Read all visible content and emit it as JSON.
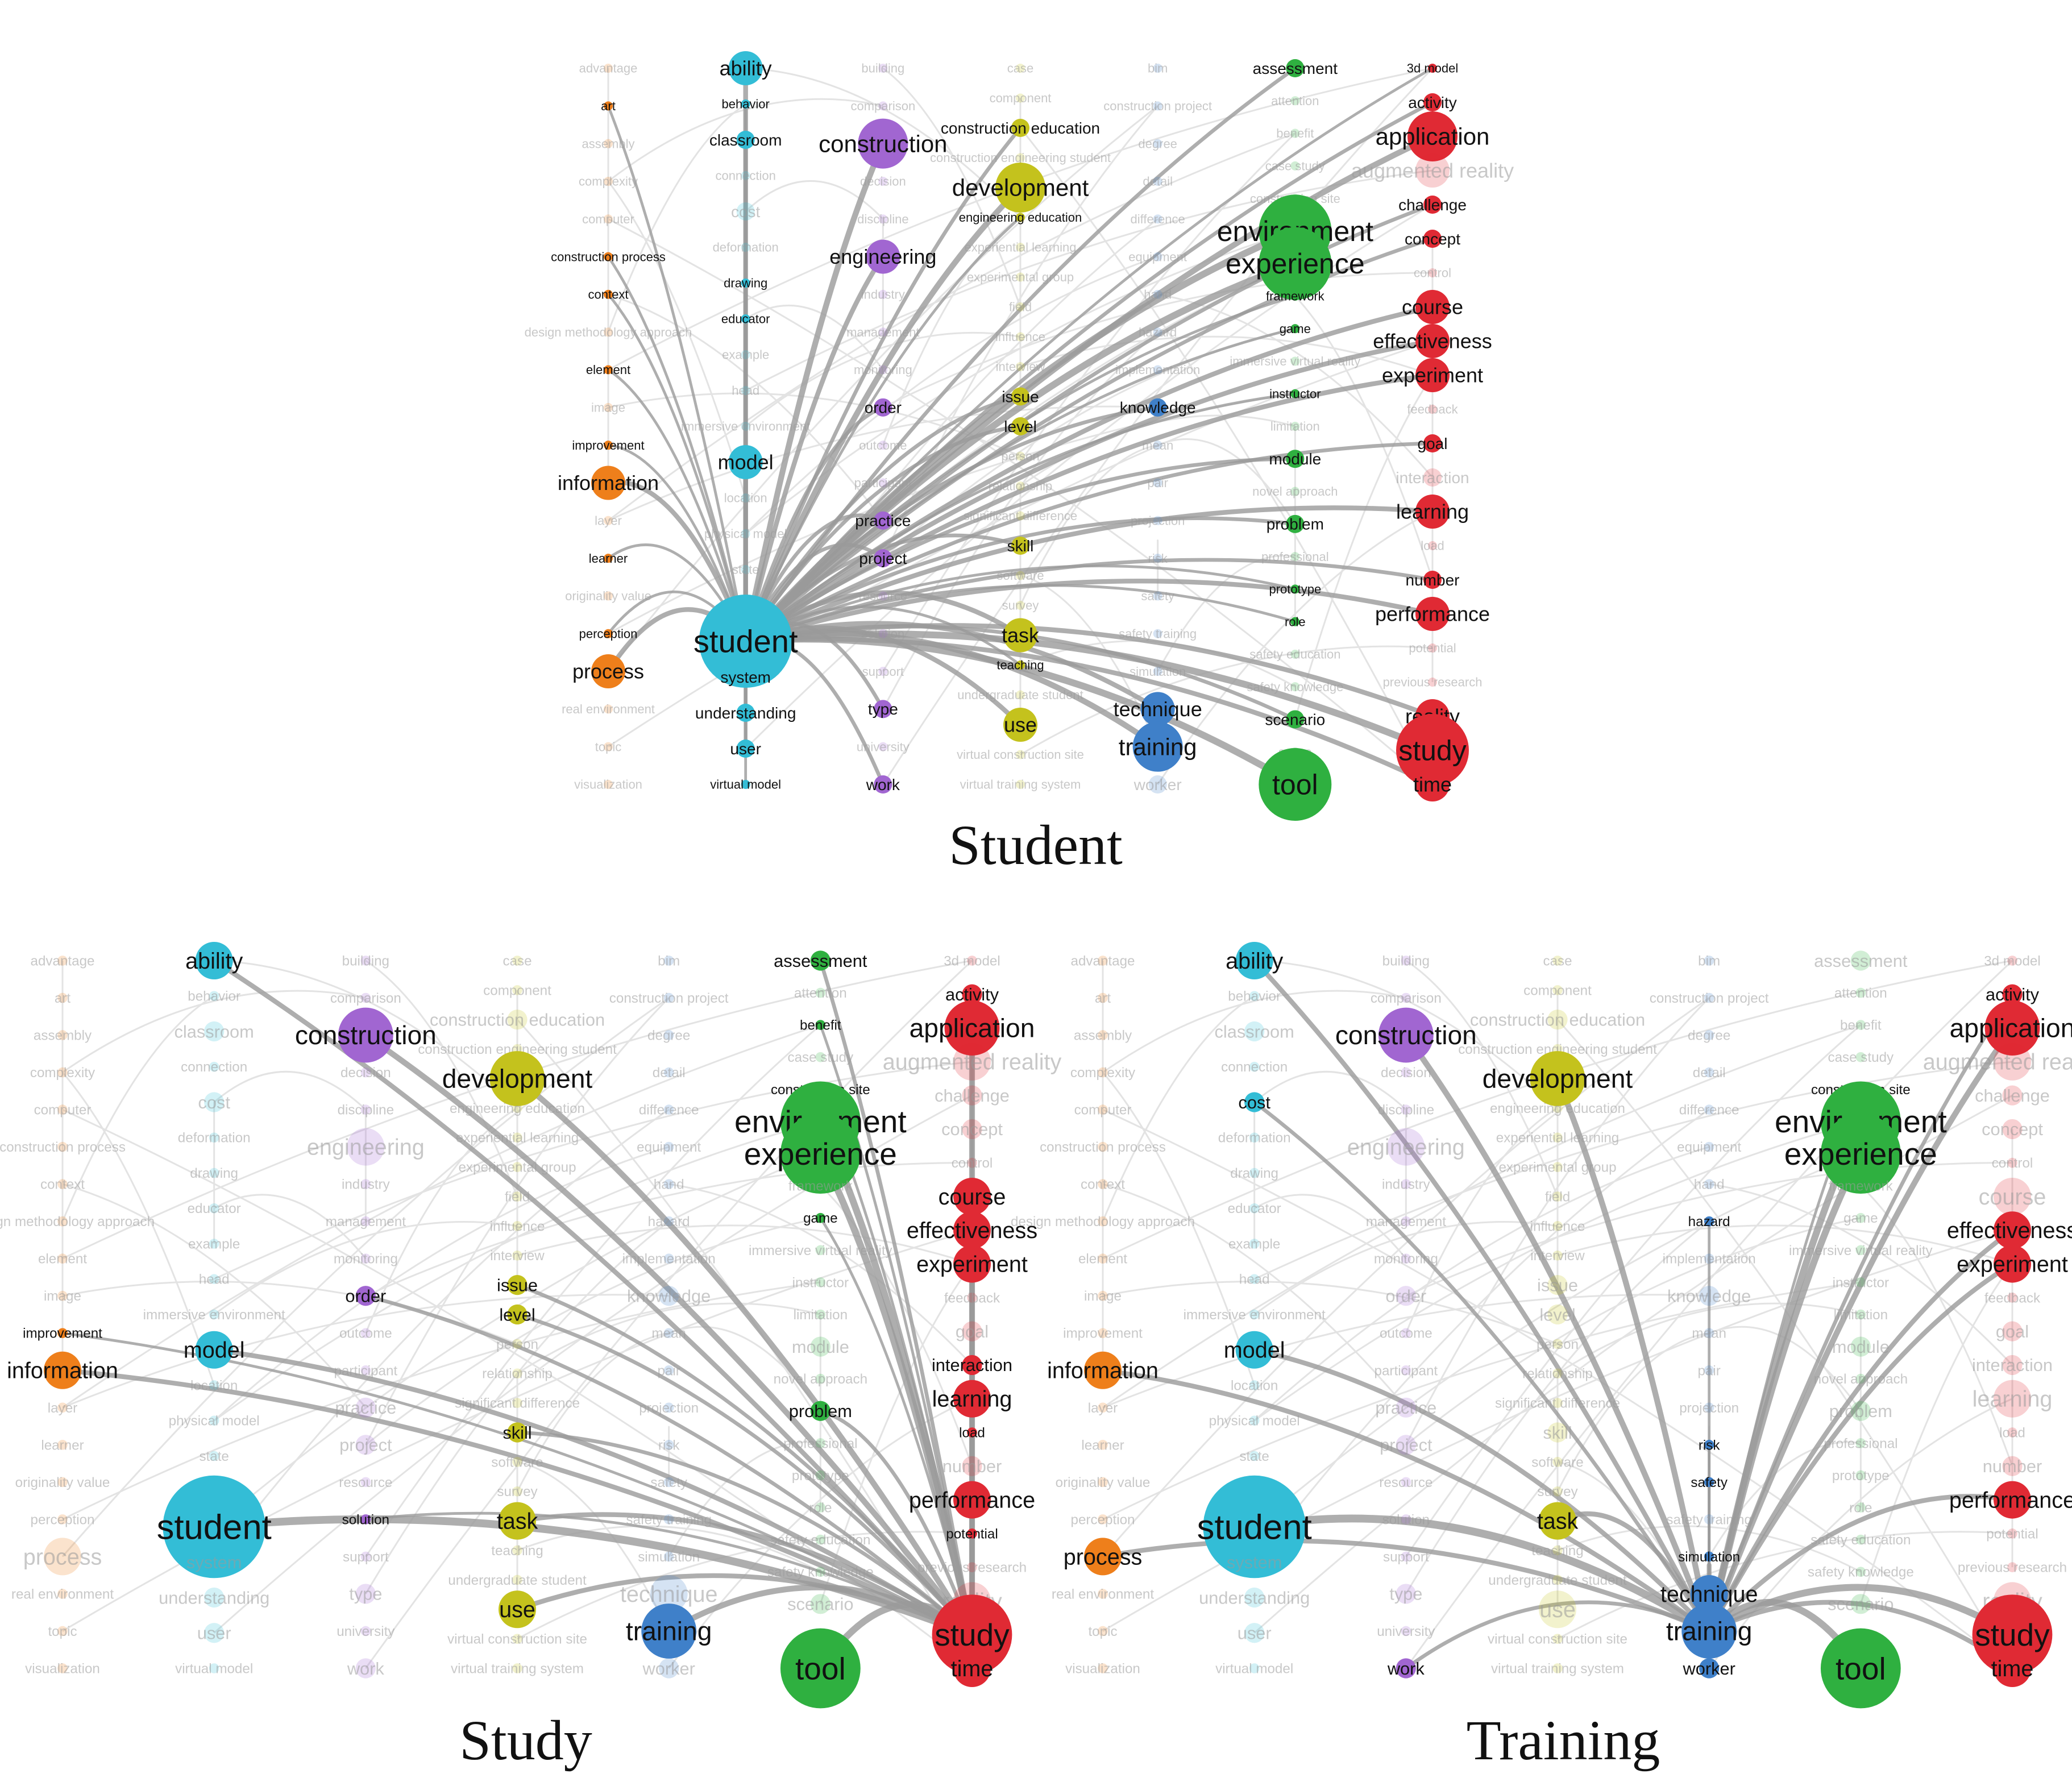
{
  "colors": {
    "orange": "#ee7f1b",
    "cyan": "#33bdd6",
    "purple": "#a166d1",
    "yellow": "#c4c21d",
    "blue": "#3f80c9",
    "green": "#2fb040",
    "red": "#e02a34",
    "edge": "#9a9a9a",
    "faint_edge": "#e3e3e3"
  },
  "columns": [
    {
      "key": "orange",
      "color": "orange",
      "terms": [
        {
          "label": "advantage",
          "w": 1
        },
        {
          "label": "art",
          "w": 1
        },
        {
          "label": "assembly",
          "w": 1
        },
        {
          "label": "complexity",
          "w": 1
        },
        {
          "label": "computer",
          "w": 1
        },
        {
          "label": "construction process",
          "w": 1
        },
        {
          "label": "context",
          "w": 1
        },
        {
          "label": "design methodology approach",
          "w": 1
        },
        {
          "label": "element",
          "w": 1
        },
        {
          "label": "image",
          "w": 1
        },
        {
          "label": "improvement",
          "w": 1
        },
        {
          "label": "information",
          "w": 3
        },
        {
          "label": "layer",
          "w": 1
        },
        {
          "label": "learner",
          "w": 1
        },
        {
          "label": "originality value",
          "w": 1
        },
        {
          "label": "perception",
          "w": 1
        },
        {
          "label": "process",
          "w": 3
        },
        {
          "label": "real environment",
          "w": 1
        },
        {
          "label": "topic",
          "w": 1
        },
        {
          "label": "visualization",
          "w": 1
        }
      ]
    },
    {
      "key": "cyan",
      "color": "cyan",
      "terms": [
        {
          "label": "ability",
          "w": 3
        },
        {
          "label": "behavior",
          "w": 1
        },
        {
          "label": "classroom",
          "w": 2
        },
        {
          "label": "connection",
          "w": 1
        },
        {
          "label": "cost",
          "w": 2
        },
        {
          "label": "deformation",
          "w": 1
        },
        {
          "label": "drawing",
          "w": 1
        },
        {
          "label": "educator",
          "w": 1
        },
        {
          "label": "example",
          "w": 1
        },
        {
          "label": "head",
          "w": 1
        },
        {
          "label": "immersive environment",
          "w": 1
        },
        {
          "label": "model",
          "w": 3
        },
        {
          "label": "location",
          "w": 1
        },
        {
          "label": "physical model",
          "w": 1
        },
        {
          "label": "state",
          "w": 1
        },
        {
          "label": "structure",
          "w": 1
        },
        {
          "label": "student",
          "w": 6
        },
        {
          "label": "system",
          "w": 2
        },
        {
          "label": "understanding",
          "w": 2
        },
        {
          "label": "user",
          "w": 2
        },
        {
          "label": "virtual model",
          "w": 1
        }
      ]
    },
    {
      "key": "purple",
      "color": "purple",
      "terms": [
        {
          "label": "building",
          "w": 1
        },
        {
          "label": "comparison",
          "w": 1
        },
        {
          "label": "construction",
          "w": 4
        },
        {
          "label": "decision",
          "w": 1
        },
        {
          "label": "discipline",
          "w": 1
        },
        {
          "label": "engineering",
          "w": 3
        },
        {
          "label": "industry",
          "w": 1
        },
        {
          "label": "management",
          "w": 1
        },
        {
          "label": "monitoring",
          "w": 1
        },
        {
          "label": "order",
          "w": 2
        },
        {
          "label": "outcome",
          "w": 1
        },
        {
          "label": "participant",
          "w": 1
        },
        {
          "label": "practice",
          "w": 2
        },
        {
          "label": "project",
          "w": 2
        },
        {
          "label": "resource",
          "w": 1
        },
        {
          "label": "solution",
          "w": 1
        },
        {
          "label": "support",
          "w": 1
        },
        {
          "label": "type",
          "w": 2
        },
        {
          "label": "university",
          "w": 1
        },
        {
          "label": "work",
          "w": 2
        }
      ]
    },
    {
      "key": "yellow",
      "color": "yellow",
      "terms": [
        {
          "label": "case",
          "w": 1
        },
        {
          "label": "component",
          "w": 1
        },
        {
          "label": "construction education",
          "w": 2
        },
        {
          "label": "construction engineering student",
          "w": 1
        },
        {
          "label": "development",
          "w": 4
        },
        {
          "label": "engineering education",
          "w": 1
        },
        {
          "label": "experiential learning",
          "w": 1
        },
        {
          "label": "experimental group",
          "w": 1
        },
        {
          "label": "field",
          "w": 1
        },
        {
          "label": "influence",
          "w": 1
        },
        {
          "label": "interview",
          "w": 1
        },
        {
          "label": "issue",
          "w": 2
        },
        {
          "label": "level",
          "w": 2
        },
        {
          "label": "person",
          "w": 1
        },
        {
          "label": "relationship",
          "w": 1
        },
        {
          "label": "significant difference",
          "w": 1
        },
        {
          "label": "skill",
          "w": 2
        },
        {
          "label": "software",
          "w": 1
        },
        {
          "label": "survey",
          "w": 1
        },
        {
          "label": "task",
          "w": 3
        },
        {
          "label": "teaching",
          "w": 1
        },
        {
          "label": "undergraduate student",
          "w": 1
        },
        {
          "label": "use",
          "w": 3
        },
        {
          "label": "virtual construction site",
          "w": 1
        },
        {
          "label": "virtual training system",
          "w": 1
        }
      ]
    },
    {
      "key": "blue",
      "color": "blue",
      "terms": [
        {
          "label": "bim",
          "w": 1
        },
        {
          "label": "construction project",
          "w": 1
        },
        {
          "label": "degree",
          "w": 1
        },
        {
          "label": "detail",
          "w": 1
        },
        {
          "label": "difference",
          "w": 1
        },
        {
          "label": "equipment",
          "w": 1
        },
        {
          "label": "hand",
          "w": 1
        },
        {
          "label": "hazard",
          "w": 1
        },
        {
          "label": "implementation",
          "w": 1
        },
        {
          "label": "knowledge",
          "w": 2
        },
        {
          "label": "mean",
          "w": 1
        },
        {
          "label": "pair",
          "w": 1
        },
        {
          "label": "projection",
          "w": 1
        },
        {
          "label": "risk",
          "w": 1
        },
        {
          "label": "safety",
          "w": 1
        },
        {
          "label": "safety training",
          "w": 1
        },
        {
          "label": "simulation",
          "w": 1
        },
        {
          "label": "technique",
          "w": 3
        },
        {
          "label": "training",
          "w": 4
        },
        {
          "label": "worker",
          "w": 2
        }
      ]
    },
    {
      "key": "green",
      "color": "green",
      "terms": [
        {
          "label": "assessment",
          "w": 2
        },
        {
          "label": "attention",
          "w": 1
        },
        {
          "label": "benefit",
          "w": 1
        },
        {
          "label": "case study",
          "w": 1
        },
        {
          "label": "construction site",
          "w": 1
        },
        {
          "label": "environment",
          "w": 5
        },
        {
          "label": "experience",
          "w": 5
        },
        {
          "label": "framework",
          "w": 1
        },
        {
          "label": "game",
          "w": 1
        },
        {
          "label": "immersive virtual reality",
          "w": 1
        },
        {
          "label": "instructor",
          "w": 1
        },
        {
          "label": "limitation",
          "w": 1
        },
        {
          "label": "module",
          "w": 2
        },
        {
          "label": "novel approach",
          "w": 1
        },
        {
          "label": "problem",
          "w": 2
        },
        {
          "label": "professional",
          "w": 1
        },
        {
          "label": "prototype",
          "w": 1
        },
        {
          "label": "role",
          "w": 1
        },
        {
          "label": "safety education",
          "w": 1
        },
        {
          "label": "safety knowledge",
          "w": 1
        },
        {
          "label": "scenario",
          "w": 2
        },
        {
          "label": "scene",
          "w": 1
        },
        {
          "label": "tool",
          "w": 5
        }
      ]
    },
    {
      "key": "red",
      "color": "red",
      "terms": [
        {
          "label": "3d model",
          "w": 1
        },
        {
          "label": "activity",
          "w": 2
        },
        {
          "label": "application",
          "w": 4
        },
        {
          "label": "augmented reality",
          "w": 3
        },
        {
          "label": "challenge",
          "w": 2
        },
        {
          "label": "concept",
          "w": 2
        },
        {
          "label": "control",
          "w": 1
        },
        {
          "label": "course",
          "w": 3
        },
        {
          "label": "effectiveness",
          "w": 3
        },
        {
          "label": "experiment",
          "w": 3
        },
        {
          "label": "feedback",
          "w": 1
        },
        {
          "label": "goal",
          "w": 2
        },
        {
          "label": "interaction",
          "w": 2
        },
        {
          "label": "learning",
          "w": 3
        },
        {
          "label": "load",
          "w": 1
        },
        {
          "label": "number",
          "w": 2
        },
        {
          "label": "performance",
          "w": 3
        },
        {
          "label": "potential",
          "w": 1
        },
        {
          "label": "previous research",
          "w": 1
        },
        {
          "label": "reality",
          "w": 3
        },
        {
          "label": "study",
          "w": 5
        },
        {
          "label": "time",
          "w": 3
        }
      ]
    }
  ],
  "panels": [
    {
      "title": "Student",
      "hub": "student",
      "highlight": {
        "orange": [
          "art",
          "construction process",
          "context",
          "element",
          "improvement",
          "information",
          "learner",
          "perception",
          "process"
        ],
        "cyan": [
          "ability",
          "behavior",
          "classroom",
          "drawing",
          "educator",
          "model",
          "student",
          "structure",
          "system",
          "understanding",
          "user",
          "virtual model"
        ],
        "purple": [
          "construction",
          "engineering",
          "order",
          "practice",
          "project",
          "type",
          "work"
        ],
        "yellow": [
          "construction education",
          "development",
          "engineering education",
          "issue",
          "level",
          "skill",
          "task",
          "teaching",
          "use"
        ],
        "blue": [
          "knowledge",
          "technique",
          "training"
        ],
        "green": [
          "assessment",
          "environment",
          "experience",
          "framework",
          "game",
          "instructor",
          "module",
          "problem",
          "prototype",
          "role",
          "scenario",
          "tool"
        ],
        "red": [
          "3d model",
          "activity",
          "application",
          "challenge",
          "concept",
          "course",
          "effectiveness",
          "experiment",
          "goal",
          "learning",
          "number",
          "performance",
          "reality",
          "study",
          "time"
        ]
      }
    },
    {
      "title": "Study",
      "hub": "study",
      "highlight": {
        "orange": [
          "improvement",
          "information"
        ],
        "cyan": [
          "ability",
          "model",
          "student"
        ],
        "purple": [
          "construction",
          "order",
          "solution"
        ],
        "yellow": [
          "development",
          "issue",
          "level",
          "skill",
          "task",
          "use"
        ],
        "blue": [
          "training"
        ],
        "green": [
          "assessment",
          "benefit",
          "construction site",
          "environment",
          "experience",
          "game",
          "problem",
          "tool"
        ],
        "red": [
          "activity",
          "application",
          "course",
          "effectiveness",
          "experiment",
          "interaction",
          "learning",
          "load",
          "performance",
          "potential",
          "study",
          "time"
        ]
      }
    },
    {
      "title": "Training",
      "hub": "training",
      "highlight": {
        "orange": [
          "information",
          "process"
        ],
        "cyan": [
          "ability",
          "cost",
          "model",
          "student"
        ],
        "purple": [
          "construction",
          "work"
        ],
        "yellow": [
          "development",
          "task"
        ],
        "blue": [
          "hazard",
          "risk",
          "safety",
          "simulation",
          "technique",
          "training",
          "worker"
        ],
        "green": [
          "construction site",
          "environment",
          "experience",
          "tool"
        ],
        "red": [
          "activity",
          "application",
          "effectiveness",
          "experiment",
          "performance",
          "study",
          "time"
        ]
      }
    }
  ]
}
